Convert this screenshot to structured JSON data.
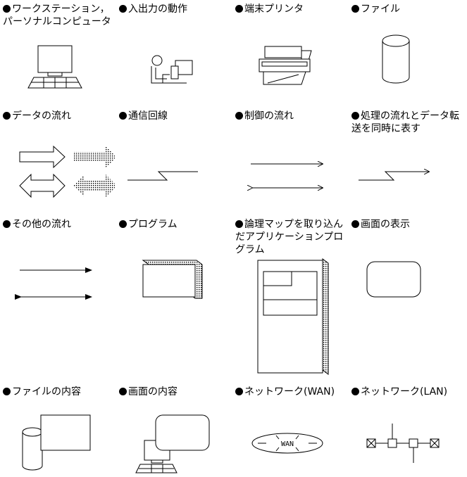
{
  "symbols": [
    {
      "label": "ワークステーション，パーソナルコンピュータ"
    },
    {
      "label": "入出力の動作"
    },
    {
      "label": "端末プリンタ"
    },
    {
      "label": "ファイル"
    },
    {
      "label": "データの流れ"
    },
    {
      "label": "通信回線"
    },
    {
      "label": "制御の流れ"
    },
    {
      "label": "処理の流れとデータ転送を同時に表す"
    },
    {
      "label": "その他の流れ"
    },
    {
      "label": "プログラム"
    },
    {
      "label": "論理マップを取り込んだアプリケーションプログラム"
    },
    {
      "label": "画面の表示"
    },
    {
      "label": "ファイルの内容"
    },
    {
      "label": "画面の内容"
    },
    {
      "label": "ネットワーク(WAN)"
    },
    {
      "label": "ネットワーク(LAN)"
    }
  ],
  "wan_text": "WAN"
}
